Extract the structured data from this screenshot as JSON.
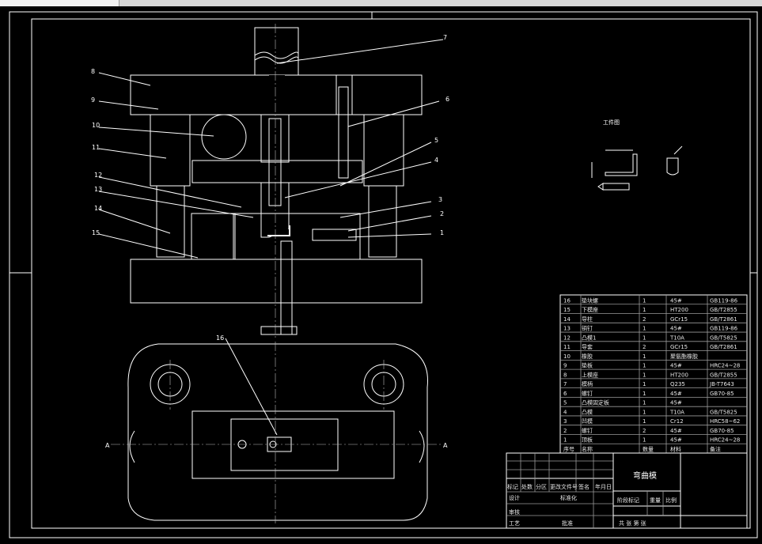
{
  "window": {
    "tab_label": ""
  },
  "drawing": {
    "workpiece_title": "工件图",
    "section_left": "A",
    "section_right": "A",
    "callouts": [
      "1",
      "2",
      "3",
      "4",
      "5",
      "6",
      "7",
      "8",
      "9",
      "10",
      "11",
      "12",
      "13",
      "14",
      "15",
      "16"
    ]
  },
  "parts_table": {
    "rows": [
      {
        "no": "16",
        "name": "垫块螺",
        "qty": "1",
        "material": "45#",
        "standard": "GB119-86"
      },
      {
        "no": "15",
        "name": "下模座",
        "qty": "1",
        "material": "HT200",
        "standard": "GB/T2855"
      },
      {
        "no": "14",
        "name": "导柱",
        "qty": "2",
        "material": "GCr15",
        "standard": "GB/T2861"
      },
      {
        "no": "13",
        "name": "销钉",
        "qty": "1",
        "material": "45#",
        "standard": "GB119-86"
      },
      {
        "no": "12",
        "name": "凸模1",
        "qty": "1",
        "material": "T10A",
        "standard": "GB/T5825"
      },
      {
        "no": "11",
        "name": "导套",
        "qty": "2",
        "material": "GCr15",
        "standard": "GB/T2861"
      },
      {
        "no": "10",
        "name": "橡胶",
        "qty": "1",
        "material": "聚氨酯橡胶",
        "standard": ""
      },
      {
        "no": "9",
        "name": "垫板",
        "qty": "1",
        "material": "45#",
        "standard": "HRC24~28"
      },
      {
        "no": "8",
        "name": "上模座",
        "qty": "1",
        "material": "HT200",
        "standard": "GB/T2855"
      },
      {
        "no": "7",
        "name": "模柄",
        "qty": "1",
        "material": "Q235",
        "standard": "JB-T7643"
      },
      {
        "no": "6",
        "name": "螺钉",
        "qty": "1",
        "material": "45#",
        "standard": "GB70-85"
      },
      {
        "no": "5",
        "name": "凸模固定板",
        "qty": "1",
        "material": "45#",
        "standard": ""
      },
      {
        "no": "4",
        "name": "凸模",
        "qty": "1",
        "material": "T10A",
        "standard": "GB/T5825"
      },
      {
        "no": "3",
        "name": "凹模",
        "qty": "1",
        "material": "Cr12",
        "standard": "HRC58~62"
      },
      {
        "no": "2",
        "name": "螺钉",
        "qty": "2",
        "material": "45#",
        "standard": "GB70-85"
      },
      {
        "no": "1",
        "name": "顶板",
        "qty": "1",
        "material": "45#",
        "standard": "HRC24~28"
      }
    ],
    "header": {
      "no": "序号",
      "name": "名称",
      "qty": "数量",
      "material": "材料",
      "standard": "备注"
    }
  },
  "title_block": {
    "drawing_name": "弯曲模",
    "rev_headers": [
      "标记",
      "处数",
      "分区",
      "更改文件号",
      "签名",
      "年月日"
    ],
    "design": "设计",
    "standardize": "标准化",
    "stage_mark": "阶段标记",
    "weight": "重量",
    "scale": "比例",
    "review": "审核",
    "process": "工艺",
    "approve": "批准",
    "sheets": "共  张 第  张"
  }
}
